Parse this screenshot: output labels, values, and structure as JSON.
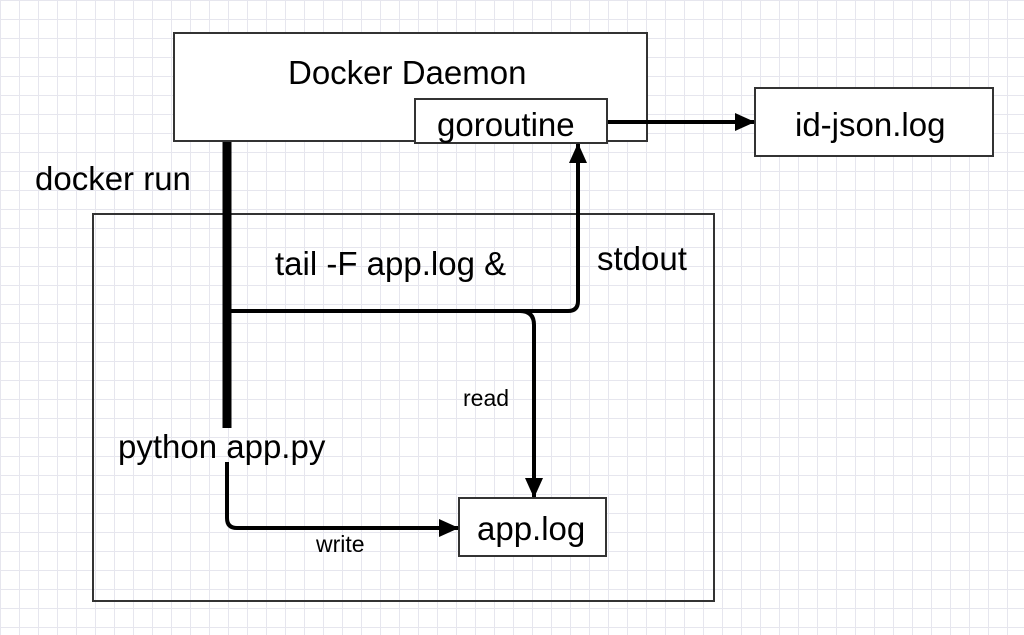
{
  "daemon": {
    "title": "Docker Daemon",
    "goroutine": "goroutine"
  },
  "json_log": "id-json.log",
  "docker_run": "docker run",
  "container": {
    "tail_cmd": "tail -F app.log &",
    "stdout": "stdout",
    "read": "read",
    "python_cmd": "python app.py",
    "write": "write",
    "app_log": "app.log"
  }
}
